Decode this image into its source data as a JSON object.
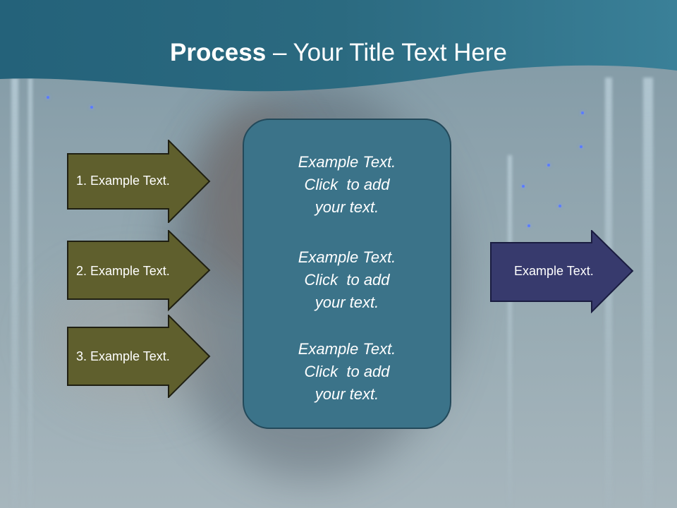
{
  "title": {
    "bold": "Process",
    "rest": " – Your Title Text Here"
  },
  "left_arrows": [
    {
      "label": "1. Example Text."
    },
    {
      "label": "2. Example Text."
    },
    {
      "label": "3. Example Text."
    }
  ],
  "center_box": {
    "blocks": [
      {
        "lines": [
          "Example Text.",
          "Click  to add",
          "your text."
        ]
      },
      {
        "lines": [
          "Example Text.",
          "Click  to add",
          "your text."
        ]
      },
      {
        "lines": [
          "Example Text.",
          "Click  to add",
          "your text."
        ]
      }
    ]
  },
  "right_arrow": {
    "label": "Example Text."
  },
  "colors": {
    "header": "#2c6a7e",
    "left_arrow_fill": "#5f5f2d",
    "arrow_border": "#1f1f12",
    "center_fill": "#3b7389",
    "right_arrow_fill": "#373a6d",
    "right_arrow_border": "#1a1c40"
  }
}
